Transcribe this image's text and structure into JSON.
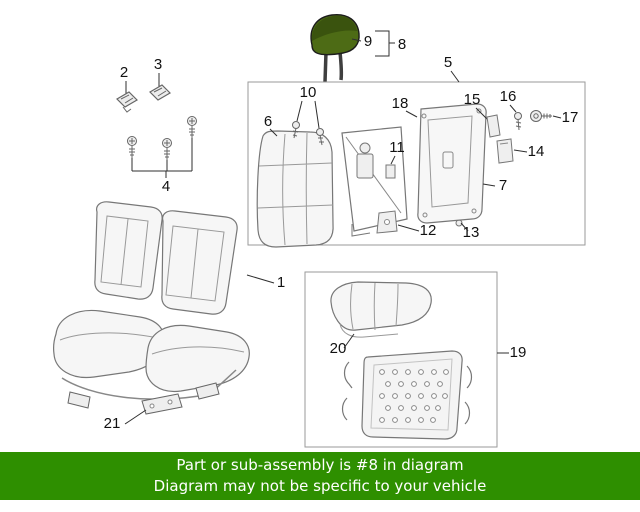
{
  "banner": {
    "line1": "Part or sub-assembly is #8 in diagram",
    "line2": "Diagram may not be specific to your vehicle",
    "bg_color": "#2e8f00",
    "text_color": "#ffffff"
  },
  "diagram": {
    "highlight_fill": "#4d6b15",
    "highlight_shade": "#3a530e",
    "outline_color": "#777777",
    "callouts": {
      "n1": "1",
      "n2": "2",
      "n3": "3",
      "n4": "4",
      "n5": "5",
      "n6": "6",
      "n7": "7",
      "n8": "8",
      "n9": "9",
      "n10": "10",
      "n11": "11",
      "n12": "12",
      "n13": "13",
      "n14": "14",
      "n15": "15",
      "n16": "16",
      "n17": "17",
      "n18": "18",
      "n19": "19",
      "n20": "20",
      "n21": "21"
    }
  }
}
